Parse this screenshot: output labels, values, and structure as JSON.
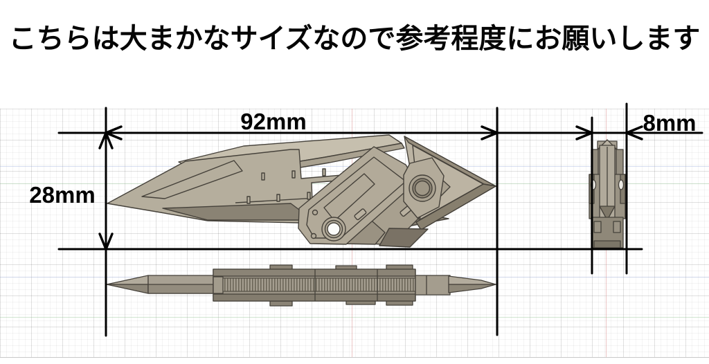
{
  "title": "こちらは大まかなサイズなので参考程度にお願いします",
  "dimensions": {
    "width": {
      "label": "92mm",
      "value": 92,
      "unit": "mm"
    },
    "height": {
      "label": "28mm",
      "value": 28,
      "unit": "mm"
    },
    "depth": {
      "label": "8mm",
      "value": 8,
      "unit": "mm"
    }
  },
  "colors": {
    "background": "#ffffff",
    "dimension_line": "#000000",
    "model_light": "#c6bfae",
    "model_mid": "#b2ab9a",
    "model_dark": "#8a8374",
    "model_deep": "#7a7265",
    "grid_minor": "#ececec",
    "grid_major": "#dcdcdc",
    "axis_red": "#d88282",
    "axis_green": "#8cbe8c",
    "axis_blue": "#8ca0d7"
  }
}
